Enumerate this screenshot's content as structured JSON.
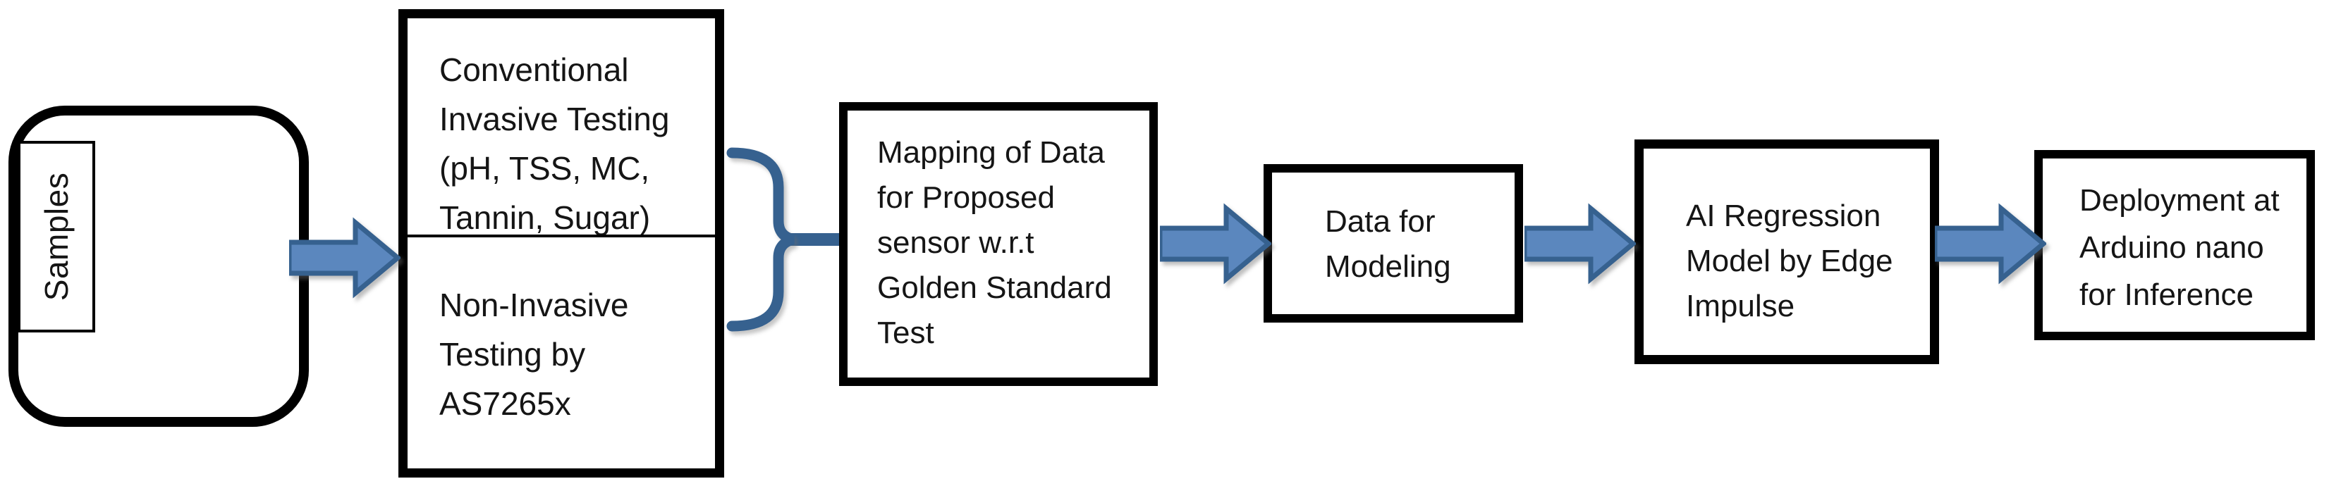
{
  "flowchart": {
    "samples": {
      "label": "Samples"
    },
    "testing_box": {
      "conventional": {
        "lines": [
          "Conventional",
          "Invasive Testing",
          "(pH, TSS, MC,",
          "Tannin, Sugar)"
        ]
      },
      "non_invasive": {
        "lines": [
          "Non-Invasive",
          "Testing by",
          "AS7265x"
        ]
      }
    },
    "mapping_box": {
      "lines": [
        "Mapping of Data",
        "for Proposed",
        "sensor w.r.t",
        "Golden Standard",
        "Test"
      ]
    },
    "data_modeling_box": {
      "lines": [
        "Data for",
        "Modeling"
      ]
    },
    "ai_model_box": {
      "lines": [
        "AI Regression",
        "Model by Edge",
        "Impulse"
      ]
    },
    "deployment_box": {
      "lines": [
        "Deployment at",
        "Arduino nano",
        "for Inference"
      ]
    }
  },
  "colors": {
    "arrow_fill": "#5b87be",
    "arrow_stroke": "#36618f",
    "brace": "#36618f",
    "box_border": "#000000",
    "text": "#151515"
  }
}
